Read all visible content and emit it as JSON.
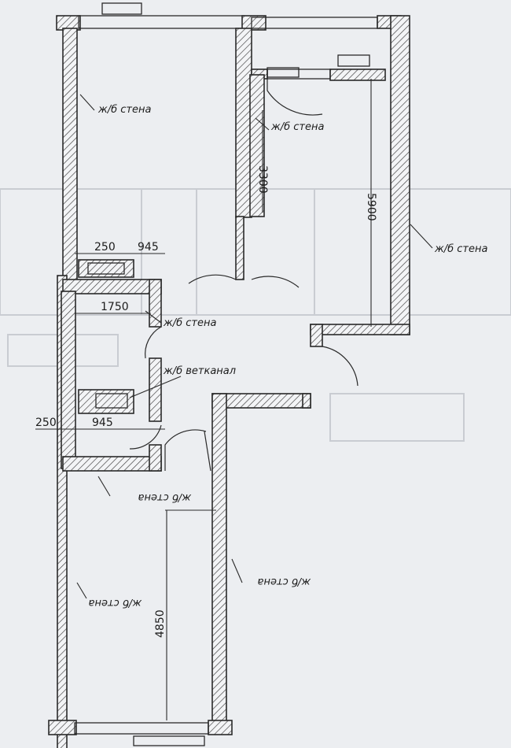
{
  "labels": {
    "rc_wall": "ж/б стена",
    "rc_vent": "ж/б ветканал"
  },
  "dimensions": {
    "top_left_250": "250",
    "top_left_945": "945",
    "d_1750": "1750",
    "d_3300": "3300",
    "d_5900": "5900",
    "bottom_left_250": "250",
    "bottom_left_945": "945",
    "d_4850": "4850"
  },
  "colors": {
    "paper": "#eceef1",
    "ink": "#2a2a2a"
  }
}
